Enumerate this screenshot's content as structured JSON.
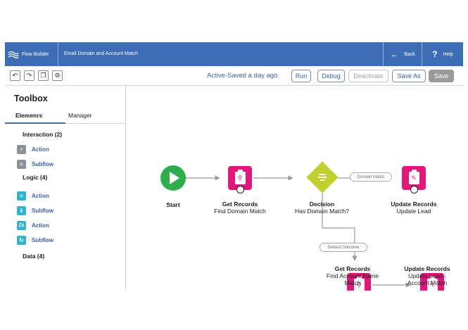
{
  "header": {
    "brand": "Flow Builder",
    "flow_title": "Email Domain and Account Match",
    "back_label": "Back",
    "help_label": "Help",
    "colors": {
      "bar": "#3d6db5"
    }
  },
  "toolbar": {
    "icons": [
      "undo-icon",
      "redo-icon",
      "copy-icon",
      "settings-icon"
    ],
    "status": "Active-Saved a day ago",
    "run_label": "Run",
    "debug_label": "Debug",
    "deactivate_label": "Deactivate",
    "save_as_label": "Save As",
    "save_label": "Save"
  },
  "sidebar": {
    "title": "Toolbox",
    "tabs": [
      {
        "label": "Elemenrs",
        "active": true
      },
      {
        "label": "Manager",
        "active": false
      }
    ],
    "groups": [
      {
        "title": "Interaction (2)",
        "items": [
          {
            "label": "Action",
            "icon": "lightning-icon"
          },
          {
            "label": "Subflow",
            "icon": "subflow-icon"
          }
        ]
      },
      {
        "title": "Logic (4)",
        "items": [
          {
            "label": "Action",
            "icon": "list-icon"
          },
          {
            "label": "Subflow",
            "icon": "filter-icon"
          },
          {
            "label": "Action",
            "icon": "sort-icon"
          },
          {
            "label": "Subflow",
            "icon": "loop-icon"
          }
        ]
      },
      {
        "title": "Data (4)",
        "items": []
      }
    ]
  },
  "canvas": {
    "nodes": {
      "start": {
        "title": "Start"
      },
      "get_records_1": {
        "title": "Get Records",
        "subtitle": "Find Domain Match"
      },
      "decision": {
        "title": "Decision",
        "subtitle": "Has Domain Match?"
      },
      "update_records_1": {
        "title": "Update Records",
        "subtitle": "Update Lead"
      },
      "get_records_2": {
        "title": "Get Records",
        "subtitle1": "Find Account Name",
        "subtitle2": "Match"
      },
      "update_records_2": {
        "title": "Update Records",
        "subtitle1": "Update Lead -",
        "subtitle2": "Account Match"
      }
    },
    "outcomes": {
      "domain_match": "Domain Match",
      "default_outcome": "Default Outcome"
    },
    "colors": {
      "start": "#2eac4e",
      "record": "#e2177b",
      "decision": "#c1d02e"
    }
  }
}
